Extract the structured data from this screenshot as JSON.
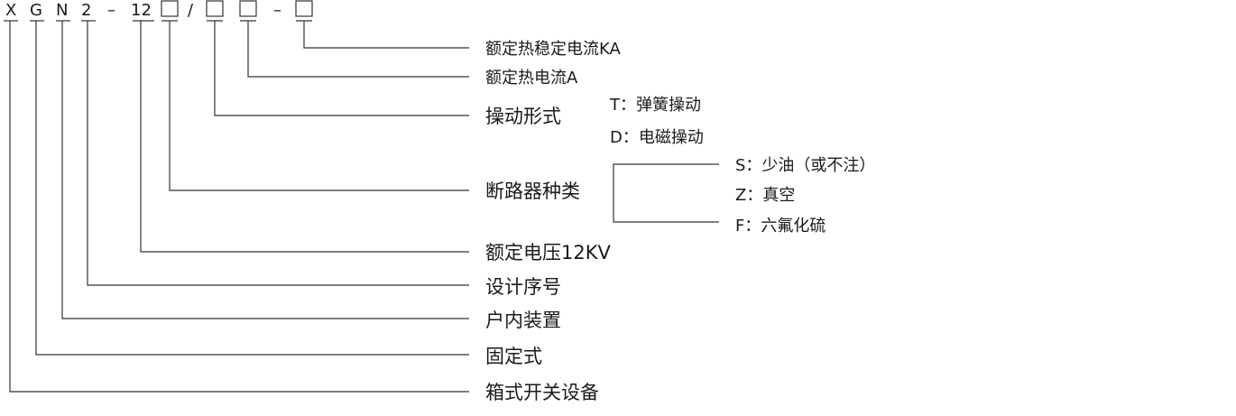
{
  "model_code": {
    "chars": [
      "X",
      "G",
      "N",
      "2",
      "–",
      "12",
      "/",
      "–"
    ]
  },
  "labels": {
    "rated_thermal_stable_current": "额定热稳定电流KA",
    "rated_thermal_current": "额定热电流A",
    "operation_form": "操动形式",
    "operation_t": "T：弹簧操动",
    "operation_d": "D：电磁操动",
    "breaker_type": "断路器种类",
    "breaker_s": "S：少油（或不注）",
    "breaker_z": "Z：真空",
    "breaker_f": "F：六氟化硫",
    "rated_voltage": "额定电压12KV",
    "design_serial": "设计序号",
    "indoor_device": "户内装置",
    "fixed_type": "固定式",
    "box_switchgear": "箱式开关设备"
  }
}
